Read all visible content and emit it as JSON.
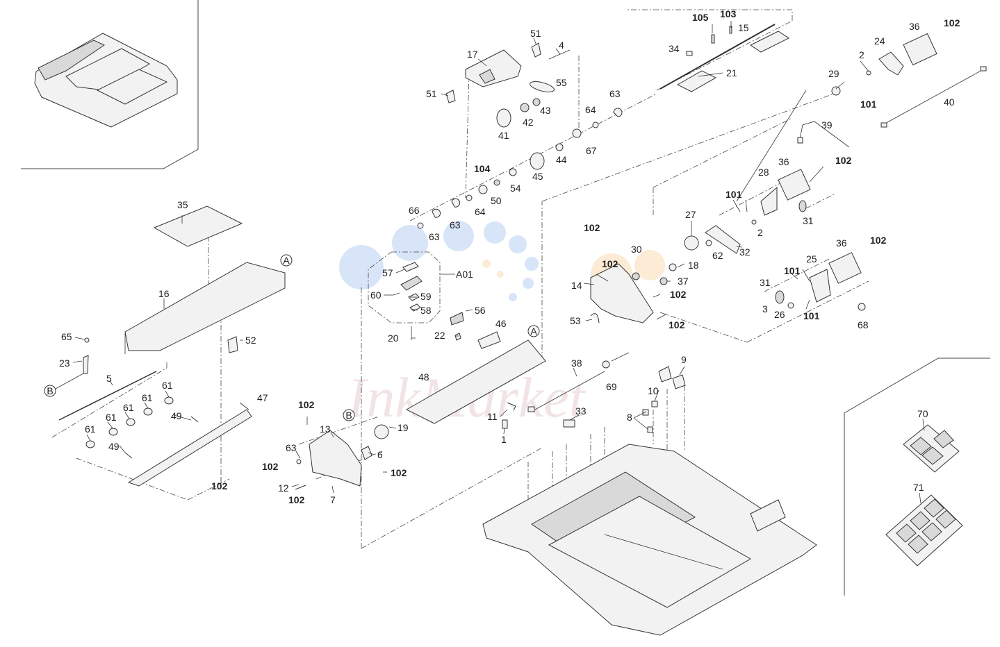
{
  "diagram": {
    "watermark": "InkMarket",
    "part_labels": [
      {
        "id": "p105",
        "text": "105",
        "bold": true
      },
      {
        "id": "p103",
        "text": "103",
        "bold": true
      },
      {
        "id": "p15",
        "text": "15",
        "bold": false
      },
      {
        "id": "p34",
        "text": "34",
        "bold": false
      },
      {
        "id": "p21",
        "text": "21",
        "bold": false
      },
      {
        "id": "p51a",
        "text": "51",
        "bold": false
      },
      {
        "id": "p4",
        "text": "4",
        "bold": false
      },
      {
        "id": "p17",
        "text": "17",
        "bold": false
      },
      {
        "id": "p55",
        "text": "55",
        "bold": false
      },
      {
        "id": "p51b",
        "text": "51",
        "bold": false
      },
      {
        "id": "p43",
        "text": "43",
        "bold": false
      },
      {
        "id": "p42",
        "text": "42",
        "bold": false
      },
      {
        "id": "p41",
        "text": "41",
        "bold": false
      },
      {
        "id": "p63a",
        "text": "63",
        "bold": false
      },
      {
        "id": "p64a",
        "text": "64",
        "bold": false
      },
      {
        "id": "p67",
        "text": "67",
        "bold": false
      },
      {
        "id": "p44",
        "text": "44",
        "bold": false
      },
      {
        "id": "p45",
        "text": "45",
        "bold": false
      },
      {
        "id": "p104",
        "text": "104",
        "bold": true
      },
      {
        "id": "p54",
        "text": "54",
        "bold": false
      },
      {
        "id": "p50",
        "text": "50",
        "bold": false
      },
      {
        "id": "p64b",
        "text": "64",
        "bold": false
      },
      {
        "id": "p66",
        "text": "66",
        "bold": false
      },
      {
        "id": "p63b",
        "text": "63",
        "bold": false
      },
      {
        "id": "p63c",
        "text": "63",
        "bold": false
      },
      {
        "id": "p36a",
        "text": "36",
        "bold": false
      },
      {
        "id": "p102a",
        "text": "102",
        "bold": true
      },
      {
        "id": "p24",
        "text": "24",
        "bold": false
      },
      {
        "id": "p2a",
        "text": "2",
        "bold": false
      },
      {
        "id": "p29",
        "text": "29",
        "bold": false
      },
      {
        "id": "p101a",
        "text": "101",
        "bold": true
      },
      {
        "id": "p40",
        "text": "40",
        "bold": false
      },
      {
        "id": "p39",
        "text": "39",
        "bold": false
      },
      {
        "id": "p36b",
        "text": "36",
        "bold": false
      },
      {
        "id": "p102b",
        "text": "102",
        "bold": true
      },
      {
        "id": "p28",
        "text": "28",
        "bold": false
      },
      {
        "id": "p101b",
        "text": "101",
        "bold": true
      },
      {
        "id": "p31a",
        "text": "31",
        "bold": false
      },
      {
        "id": "p2b",
        "text": "2",
        "bold": false
      },
      {
        "id": "p27",
        "text": "27",
        "bold": false
      },
      {
        "id": "p32",
        "text": "32",
        "bold": false
      },
      {
        "id": "p62",
        "text": "62",
        "bold": false
      },
      {
        "id": "p36c",
        "text": "36",
        "bold": false
      },
      {
        "id": "p102c",
        "text": "102",
        "bold": true
      },
      {
        "id": "p25",
        "text": "25",
        "bold": false
      },
      {
        "id": "p101c",
        "text": "101",
        "bold": true
      },
      {
        "id": "p31b",
        "text": "31",
        "bold": false
      },
      {
        "id": "p3",
        "text": "3",
        "bold": false
      },
      {
        "id": "p26",
        "text": "26",
        "bold": false
      },
      {
        "id": "p101d",
        "text": "101",
        "bold": true
      },
      {
        "id": "p68",
        "text": "68",
        "bold": false
      },
      {
        "id": "p35",
        "text": "35",
        "bold": false
      },
      {
        "id": "p16",
        "text": "16",
        "bold": false
      },
      {
        "id": "p65",
        "text": "65",
        "bold": false
      },
      {
        "id": "p52",
        "text": "52",
        "bold": false
      },
      {
        "id": "p23",
        "text": "23",
        "bold": false
      },
      {
        "id": "p5",
        "text": "5",
        "bold": false
      },
      {
        "id": "p61a",
        "text": "61",
        "bold": false
      },
      {
        "id": "p61b",
        "text": "61",
        "bold": false
      },
      {
        "id": "p61c",
        "text": "61",
        "bold": false
      },
      {
        "id": "p61d",
        "text": "61",
        "bold": false
      },
      {
        "id": "p61e",
        "text": "61",
        "bold": false
      },
      {
        "id": "p47",
        "text": "47",
        "bold": false
      },
      {
        "id": "p49a",
        "text": "49",
        "bold": false
      },
      {
        "id": "p49b",
        "text": "49",
        "bold": false
      },
      {
        "id": "p102d",
        "text": "102",
        "bold": true
      },
      {
        "id": "p57",
        "text": "57",
        "bold": false
      },
      {
        "id": "pA01",
        "text": "A01",
        "bold": false
      },
      {
        "id": "p60",
        "text": "60",
        "bold": false
      },
      {
        "id": "p59",
        "text": "59",
        "bold": false
      },
      {
        "id": "p58",
        "text": "58",
        "bold": false
      },
      {
        "id": "p56",
        "text": "56",
        "bold": false
      },
      {
        "id": "p46",
        "text": "46",
        "bold": false
      },
      {
        "id": "p22",
        "text": "22",
        "bold": false
      },
      {
        "id": "p20",
        "text": "20",
        "bold": false
      },
      {
        "id": "p102e",
        "text": "102",
        "bold": true
      },
      {
        "id": "p30",
        "text": "30",
        "bold": false
      },
      {
        "id": "p102f",
        "text": "102",
        "bold": true
      },
      {
        "id": "p18",
        "text": "18",
        "bold": false
      },
      {
        "id": "p14",
        "text": "14",
        "bold": false
      },
      {
        "id": "p37",
        "text": "37",
        "bold": false
      },
      {
        "id": "p102g",
        "text": "102",
        "bold": true
      },
      {
        "id": "p53",
        "text": "53",
        "bold": false
      },
      {
        "id": "p102h",
        "text": "102",
        "bold": true
      },
      {
        "id": "p48",
        "text": "48",
        "bold": false
      },
      {
        "id": "p38",
        "text": "38",
        "bold": false
      },
      {
        "id": "p69",
        "text": "69",
        "bold": false
      },
      {
        "id": "p9",
        "text": "9",
        "bold": false
      },
      {
        "id": "p10",
        "text": "10",
        "bold": false
      },
      {
        "id": "p8",
        "text": "8",
        "bold": false
      },
      {
        "id": "p33",
        "text": "33",
        "bold": false
      },
      {
        "id": "p11",
        "text": "11",
        "bold": false
      },
      {
        "id": "p1",
        "text": "1",
        "bold": false
      },
      {
        "id": "p102i",
        "text": "102",
        "bold": true
      },
      {
        "id": "p13",
        "text": "13",
        "bold": false
      },
      {
        "id": "p19",
        "text": "19",
        "bold": false
      },
      {
        "id": "p63d",
        "text": "63",
        "bold": false
      },
      {
        "id": "p6",
        "text": "6",
        "bold": false
      },
      {
        "id": "p102j",
        "text": "102",
        "bold": true
      },
      {
        "id": "p102k",
        "text": "102",
        "bold": true
      },
      {
        "id": "p12",
        "text": "12",
        "bold": false
      },
      {
        "id": "p102l",
        "text": "102",
        "bold": true
      },
      {
        "id": "p7",
        "text": "7",
        "bold": false
      },
      {
        "id": "p70",
        "text": "70",
        "bold": false
      },
      {
        "id": "p71",
        "text": "71",
        "bold": false
      }
    ],
    "callouts": [
      {
        "id": "cA1",
        "text": "A"
      },
      {
        "id": "cA2",
        "text": "A"
      },
      {
        "id": "cB1",
        "text": "B"
      },
      {
        "id": "cB2",
        "text": "B"
      }
    ]
  }
}
